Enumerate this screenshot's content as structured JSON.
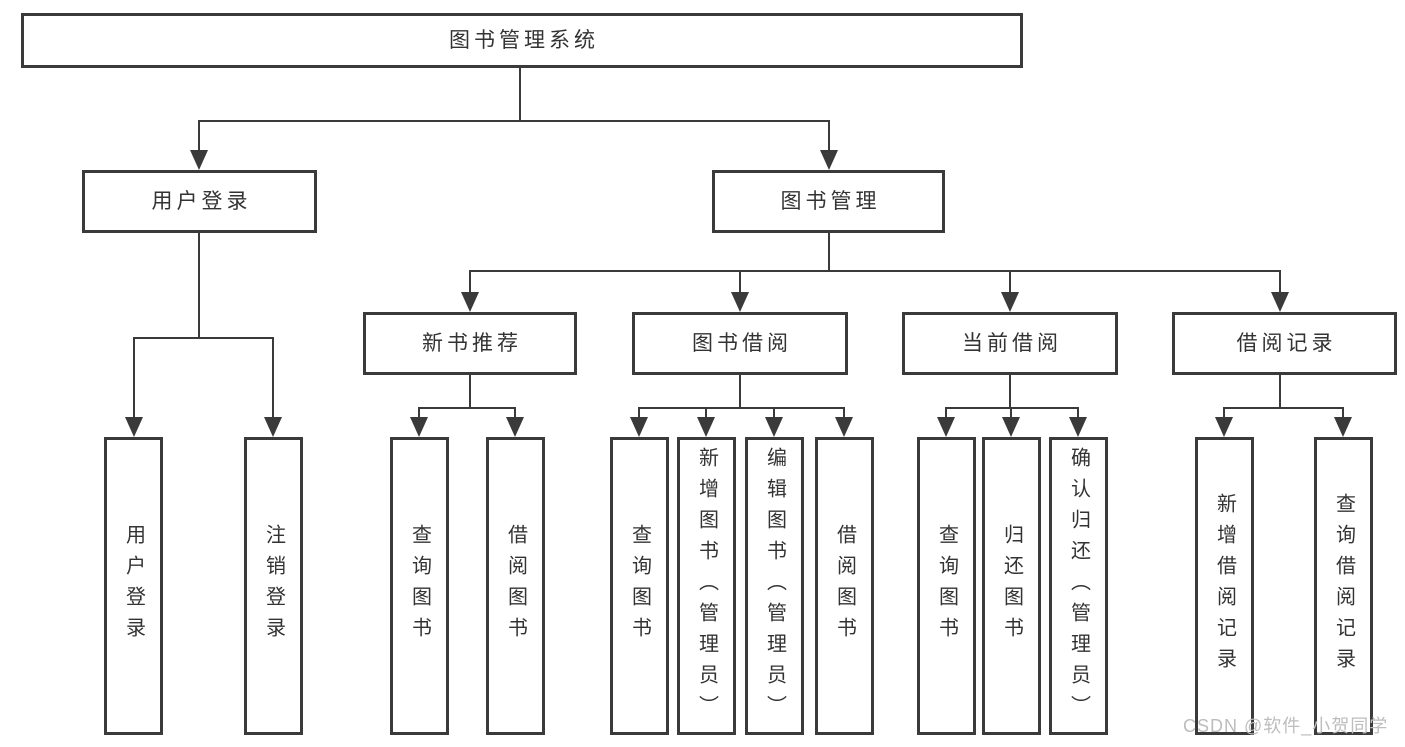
{
  "diagram": {
    "title": "图书管理系统",
    "root": {
      "label": "图书管理系统"
    },
    "level2": [
      {
        "label": "用户登录"
      },
      {
        "label": "图书管理"
      }
    ],
    "level3": [
      {
        "label": "新书推荐"
      },
      {
        "label": "图书借阅"
      },
      {
        "label": "当前借阅"
      },
      {
        "label": "借阅记录"
      }
    ],
    "leaves": [
      {
        "label": "用户登录",
        "parent": "用户登录"
      },
      {
        "label": "注销登录",
        "parent": "用户登录"
      },
      {
        "label": "查询图书",
        "parent": "新书推荐"
      },
      {
        "label": "借阅图书",
        "parent": "新书推荐"
      },
      {
        "label": "查询图书",
        "parent": "图书借阅"
      },
      {
        "label": "新增图书（管理员）",
        "parent": "图书借阅"
      },
      {
        "label": "编辑图书（管理员）",
        "parent": "图书借阅"
      },
      {
        "label": "借阅图书",
        "parent": "图书借阅"
      },
      {
        "label": "查询图书",
        "parent": "当前借阅"
      },
      {
        "label": "归还图书",
        "parent": "当前借阅"
      },
      {
        "label": "确认归还（管理员）",
        "parent": "当前借阅"
      },
      {
        "label": "新增借阅记录",
        "parent": "借阅记录"
      },
      {
        "label": "查询借阅记录",
        "parent": "借阅记录"
      }
    ],
    "watermark": "CSDN @软件_小贺同学",
    "colors": {
      "line": "#3a3a3a",
      "text": "#333333",
      "watermark": "#bdbdbd",
      "background": "#ffffff"
    }
  }
}
